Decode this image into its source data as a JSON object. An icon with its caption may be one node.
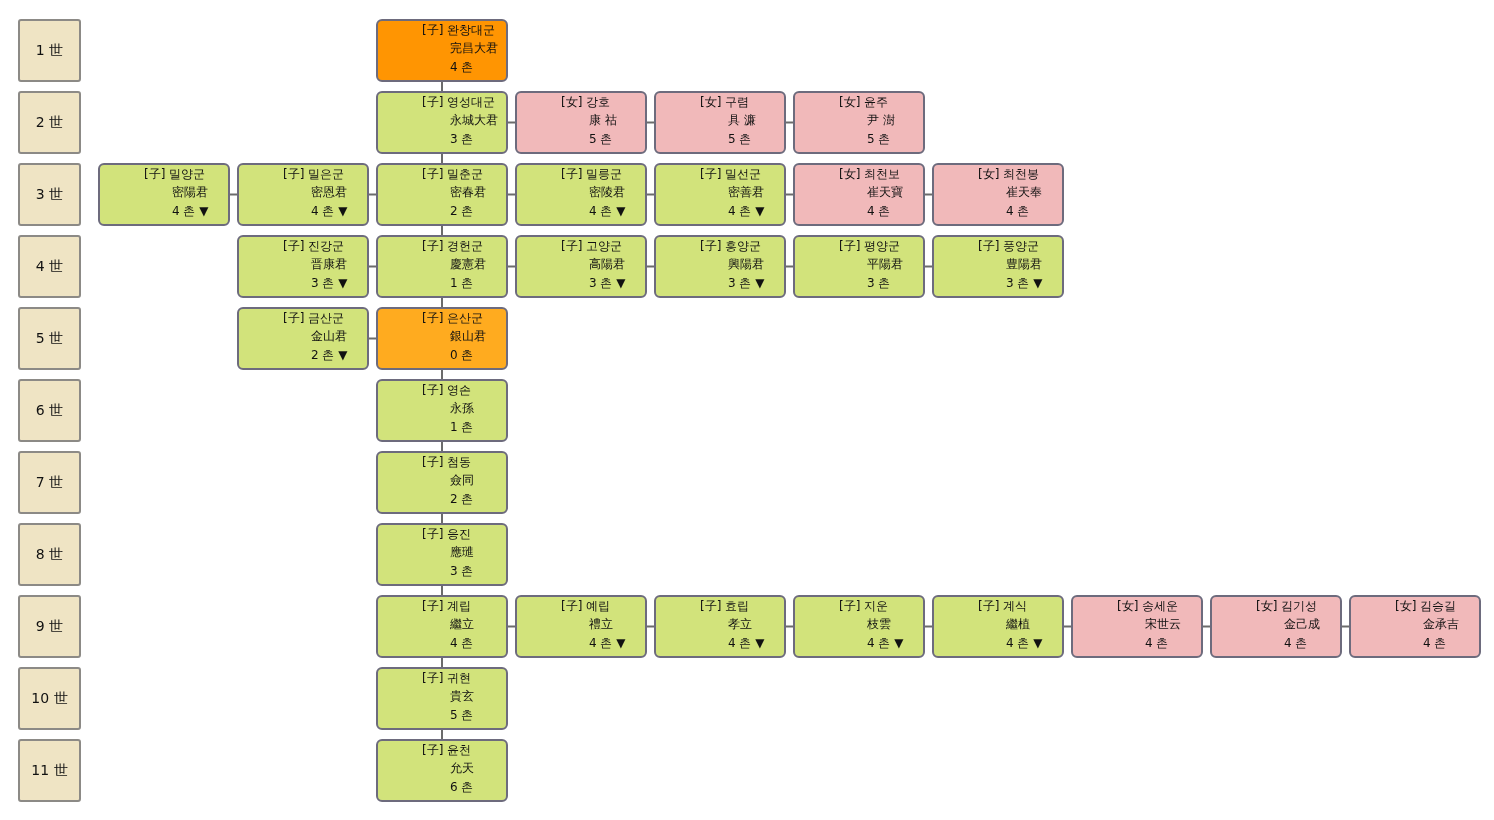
{
  "diagram": {
    "nodes": [
      {
        "text": [
          "1 世"
        ]
      },
      {
        "text": [
          "[子] 완창대군",
          "完昌大君",
          "4 촌"
        ]
      },
      {
        "text": [
          "2 世"
        ]
      },
      {
        "text": [
          "[子] 영성대군",
          "永城大君",
          "3 촌"
        ]
      },
      {
        "text": [
          "[女] 강호",
          "康 祜",
          "5 촌"
        ]
      },
      {
        "text": [
          "[女] 구렴",
          "具 濂",
          "5 촌"
        ]
      },
      {
        "text": [
          "[女] 윤주",
          "尹 澍",
          "5 촌"
        ]
      },
      {
        "text": [
          "3 世"
        ]
      },
      {
        "text": [
          "[子] 밀양군",
          "密陽君",
          "4 촌 ▼"
        ]
      },
      {
        "text": [
          "[子] 밀은군",
          "密恩君",
          "4 촌 ▼"
        ]
      },
      {
        "text": [
          "[子] 밀춘군",
          "密春君",
          "2 촌"
        ]
      },
      {
        "text": [
          "[子] 밀릉군",
          "密陵君",
          "4 촌 ▼"
        ]
      },
      {
        "text": [
          "[子] 밀선군",
          "密善君",
          "4 촌 ▼"
        ]
      },
      {
        "text": [
          "[女] 최천보",
          "崔天寶",
          "4 촌"
        ]
      },
      {
        "text": [
          "[女] 최천봉",
          "崔天奉",
          "4 촌"
        ]
      },
      {
        "text": [
          "4 世"
        ]
      },
      {
        "text": [
          "[子] 진강군",
          "晋康君",
          "3 촌 ▼"
        ]
      },
      {
        "text": [
          "[子] 경헌군",
          "慶憲君",
          "1 촌"
        ]
      },
      {
        "text": [
          "[子] 고양군",
          "高陽君",
          "3 촌 ▼"
        ]
      },
      {
        "text": [
          "[子] 흥양군",
          "興陽君",
          "3 촌 ▼"
        ]
      },
      {
        "text": [
          "[子] 평양군",
          "平陽君",
          "3 촌"
        ]
      },
      {
        "text": [
          "[子] 풍양군",
          "豊陽君",
          "3 촌 ▼"
        ]
      },
      {
        "text": [
          "5 世"
        ]
      },
      {
        "text": [
          "[子] 금산군",
          "金山君",
          "2 촌 ▼"
        ]
      },
      {
        "text": [
          "[子] 은산군",
          "銀山君",
          "0 촌"
        ]
      },
      {
        "text": [
          "6 世"
        ]
      },
      {
        "text": [
          "[子] 영손",
          "永孫",
          "1 촌"
        ]
      },
      {
        "text": [
          "7 世"
        ]
      },
      {
        "text": [
          "[子] 첨동",
          "僉同",
          "2 촌"
        ]
      },
      {
        "text": [
          "8 世"
        ]
      },
      {
        "text": [
          "[子] 응진",
          "應璡",
          "3 촌"
        ]
      },
      {
        "text": [
          "9 世"
        ]
      },
      {
        "text": [
          "[子] 계립",
          "繼立",
          "4 촌"
        ]
      },
      {
        "text": [
          "[子] 예립",
          "禮立",
          "4 촌 ▼"
        ]
      },
      {
        "text": [
          "[子] 효립",
          "孝立",
          "4 촌 ▼"
        ]
      },
      {
        "text": [
          "[子] 지운",
          "枝雲",
          "4 촌 ▼"
        ]
      },
      {
        "text": [
          "[子] 계식",
          "繼植",
          "4 촌 ▼"
        ]
      },
      {
        "text": [
          "[女] 송세운",
          "宋世云",
          "4 촌"
        ]
      },
      {
        "text": [
          "[女] 김기성",
          "金己成",
          "4 촌"
        ]
      },
      {
        "text": [
          "[女] 김승길",
          "金承吉",
          "4 촌"
        ]
      },
      {
        "text": [
          "10 世"
        ]
      },
      {
        "text": [
          "[子] 귀현",
          "貴玄",
          "5 촌"
        ]
      },
      {
        "text": [
          "11 世"
        ]
      },
      {
        "text": [
          "[子] 윤천",
          "允天",
          "6 촌"
        ]
      }
    ],
    "edges": [
      {
        "from": 1,
        "to": 3,
        "arrow": "none"
      },
      {
        "from": 3,
        "to": 4,
        "arrow": "none"
      },
      {
        "from": 4,
        "to": 5,
        "arrow": "none"
      },
      {
        "from": 5,
        "to": 6,
        "arrow": "none"
      },
      {
        "from": 3,
        "to": 10,
        "arrow": "none"
      },
      {
        "from": 8,
        "to": 9,
        "arrow": "none"
      },
      {
        "from": 9,
        "to": 10,
        "arrow": "none"
      },
      {
        "from": 10,
        "to": 11,
        "arrow": "none"
      },
      {
        "from": 11,
        "to": 12,
        "arrow": "none"
      },
      {
        "from": 12,
        "to": 13,
        "arrow": "none"
      },
      {
        "from": 13,
        "to": 14,
        "arrow": "none"
      },
      {
        "from": 10,
        "to": 17,
        "arrow": "none"
      },
      {
        "from": 16,
        "to": 17,
        "arrow": "none"
      },
      {
        "from": 17,
        "to": 18,
        "arrow": "none"
      },
      {
        "from": 18,
        "to": 19,
        "arrow": "none"
      },
      {
        "from": 19,
        "to": 20,
        "arrow": "none"
      },
      {
        "from": 20,
        "to": 21,
        "arrow": "none"
      },
      {
        "from": 17,
        "to": 24,
        "arrow": "none"
      },
      {
        "from": 23,
        "to": 24,
        "arrow": "none"
      },
      {
        "from": 24,
        "to": 26,
        "arrow": "none"
      },
      {
        "from": 26,
        "to": 28,
        "arrow": "none"
      },
      {
        "from": 28,
        "to": 30,
        "arrow": "none"
      },
      {
        "from": 30,
        "to": 32,
        "arrow": "none"
      },
      {
        "from": 32,
        "to": 33,
        "arrow": "none"
      },
      {
        "from": 33,
        "to": 34,
        "arrow": "none"
      },
      {
        "from": 34,
        "to": 35,
        "arrow": "none"
      },
      {
        "from": 35,
        "to": 36,
        "arrow": "none"
      },
      {
        "from": 36,
        "to": 37,
        "arrow": "none"
      },
      {
        "from": 37,
        "to": 38,
        "arrow": "none"
      },
      {
        "from": 38,
        "to": 39,
        "arrow": "none"
      },
      {
        "from": 32,
        "to": 41,
        "arrow": "none"
      },
      {
        "from": 41,
        "to": 43,
        "arrow": "none"
      }
    ]
  }
}
